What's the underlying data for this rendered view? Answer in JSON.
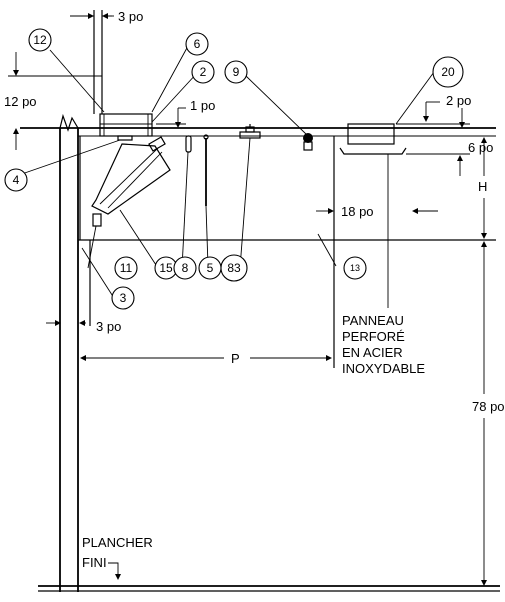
{
  "dimensions": {
    "top_clearance": "3 po",
    "canopy_height": "12 po",
    "drop": "1 po",
    "panel_rise": "2 po",
    "panel_height": "6 po",
    "hood_height": "H",
    "panel_offset": "18 po",
    "wall_offset": "3 po",
    "depth": "P",
    "mount_height": "78 po"
  },
  "callouts": {
    "c12": "12",
    "c6": "6",
    "c2": "2",
    "c9": "9",
    "c20": "20",
    "c4": "4",
    "c11": "11",
    "c15": "15",
    "c8": "8",
    "c5": "5",
    "c83": "83",
    "c13": "13",
    "c3": "3"
  },
  "notes": {
    "panel_line1": "PANNEAU",
    "panel_line2": "PERFORÉ",
    "panel_line3": "EN ACIER",
    "panel_line4": "INOXYDABLE",
    "floor_line1": "PLANCHER",
    "floor_line2": "FINI"
  }
}
